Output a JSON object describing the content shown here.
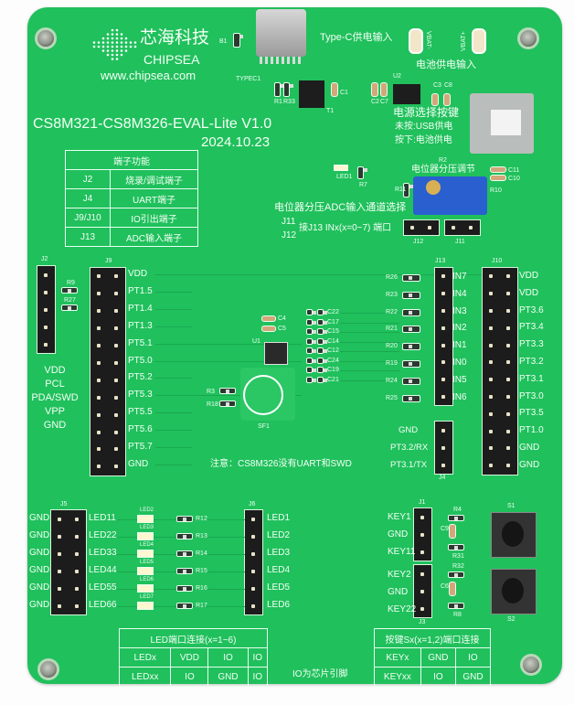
{
  "brand": {
    "name_cn": "芯海科技",
    "name_en": "CHIPSEA",
    "url": "www.chipsea.com"
  },
  "board": {
    "title": "CS8M321-CS8M326-EVAL-Lite V1.0",
    "date": "2024.10.23"
  },
  "power": {
    "typec_label": "Type-C供电输入",
    "vbat_neg": "VBAT-",
    "vbat_pos": "VBAT+",
    "battery_label": "电池供电输入",
    "switch_title": "电源选择按键",
    "switch_up": "未按:USB供电",
    "switch_down": "按下:电池供电"
  },
  "terminal_table": {
    "title": "端子功能",
    "rows": [
      [
        "J2",
        "烧录/调试端子"
      ],
      [
        "J4",
        "UART端子"
      ],
      [
        "J9/J10",
        "IO引出端子"
      ],
      [
        "J13",
        "ADC输入端子"
      ]
    ]
  },
  "pot": {
    "title": "电位器分压ADC输入通道选择",
    "j11": "J11",
    "j12": "J12",
    "note": "接J13 INx(x=0~7) 端口",
    "r2": "R2",
    "overlap_label": "电位器分压调节"
  },
  "j2": {
    "ref": "J2",
    "labels": [
      "VDD",
      "PCL",
      "PDA/SWD",
      "VPP",
      "GND"
    ]
  },
  "j9": {
    "ref": "J9",
    "labels": [
      "VDD",
      "PT1.5",
      "PT1.4",
      "PT1.3",
      "PT5.1",
      "PT5.0",
      "PT5.2",
      "PT5.3",
      "PT5.5",
      "PT5.6",
      "PT5.7",
      "GND"
    ]
  },
  "j13": {
    "ref": "J13",
    "labels": [
      "IN7",
      "IN4",
      "IN3",
      "IN2",
      "IN1",
      "IN0",
      "IN5",
      "IN6"
    ],
    "resistors": [
      "R26",
      "R23",
      "R22",
      "R21",
      "R20",
      "R19",
      "R24",
      "R25"
    ]
  },
  "caps": [
    "C22",
    "C17",
    "C15",
    "C14",
    "C12",
    "C24",
    "C19",
    "C21"
  ],
  "j10": {
    "ref": "J10",
    "labels": [
      "VDD",
      "VDD",
      "PT3.6",
      "PT3.4",
      "PT3.3",
      "PT3.2",
      "PT3.1",
      "PT3.0",
      "PT3.5",
      "PT1.0",
      "GND",
      "GND"
    ]
  },
  "j4": {
    "ref": "J4",
    "labels": [
      "GND",
      "PT3.2/RX",
      "PT3.1/TX"
    ]
  },
  "note": "注意：CS8M326没有UART和SWD",
  "led": {
    "j5_ref": "J5",
    "j6_ref": "J6",
    "gnd_labels": [
      "GND",
      "GND",
      "GND",
      "GND",
      "GND",
      "GND"
    ],
    "io_labels": [
      "LED11",
      "LED22",
      "LED33",
      "LED44",
      "LED55",
      "LED66"
    ],
    "led_refs": [
      "LED2",
      "LED3",
      "LED4",
      "LED5",
      "LED6",
      "LED7"
    ],
    "resistors": [
      "R12",
      "R13",
      "R14",
      "R15",
      "R16",
      "R17"
    ],
    "j6_labels": [
      "LED1",
      "LED2",
      "LED3",
      "LED4",
      "LED5",
      "LED6"
    ]
  },
  "led_table": {
    "title": "LED端口连接(x=1~6)",
    "rows": [
      [
        "LEDx",
        "VDD",
        "IO",
        "IO"
      ],
      [
        "LEDxx",
        "IO",
        "GND",
        "IO"
      ]
    ]
  },
  "keys": {
    "j1_ref": "J1",
    "j3_ref": "J3",
    "j1_labels": [
      "KEY1",
      "GND",
      "KEY11"
    ],
    "j3_labels": [
      "KEY2",
      "GND",
      "KEY22"
    ],
    "s1": "S1",
    "s2": "S2",
    "r4": "R4",
    "r31": "R31",
    "r32": "R32",
    "r8": "R8",
    "c_top": "C9",
    "c_bot": "C6"
  },
  "key_table": {
    "title": "按键Sx(x=1,2)端口连接",
    "rows": [
      [
        "KEYx",
        "GND",
        "IO"
      ],
      [
        "KEYxx",
        "IO",
        "GND"
      ]
    ]
  },
  "io_note": "IO为芯片引脚",
  "refs": {
    "b1": "B1",
    "typec1": "TYPEC1",
    "t1": "T1",
    "u2": "U2",
    "c1": "C1",
    "c2": "C2",
    "c7": "C7",
    "c3": "C3",
    "c8": "C8",
    "r1": "R1",
    "r33": "R33",
    "led1": "LED1",
    "r7": "R7",
    "r11": "R11",
    "r10": "R10",
    "c11": "C11",
    "c10": "C10",
    "u1": "U1",
    "c4": "C4",
    "c5": "C5",
    "sf1": "SF1",
    "r3": "R3",
    "r18": "R18",
    "r9": "R9",
    "r27": "R27"
  },
  "colors": {
    "board": "#20c05c",
    "silkscreen": "#f4fff6",
    "trace": "#1aa84f",
    "potentiometer": "#2a5fd0"
  }
}
